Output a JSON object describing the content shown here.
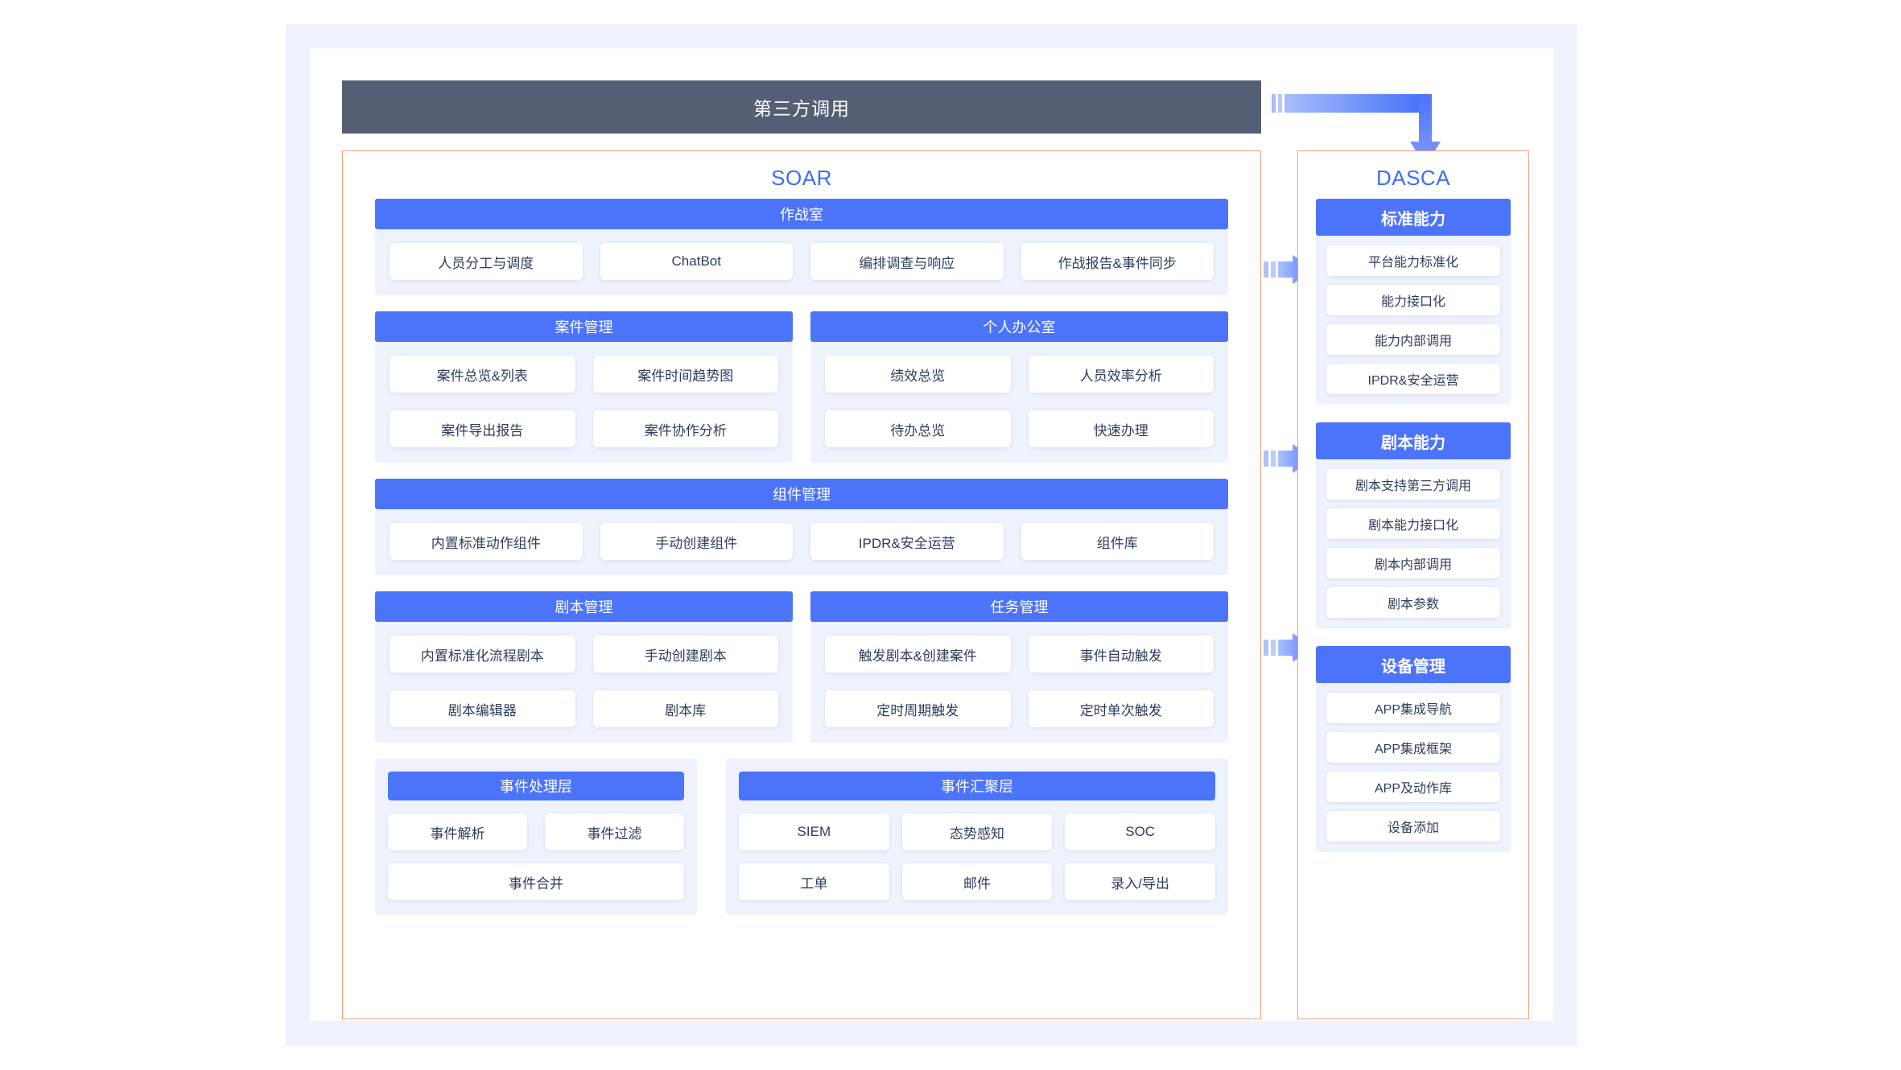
{
  "header": {
    "third_party_label": "第三方调用",
    "bar_color": "#545f75"
  },
  "colors": {
    "accent_blue": "#4c74fb",
    "panel_border_orange": "#f4a07a",
    "tile_panel_bg": "#eef2fc",
    "page_frame_bg": "#eff3fd",
    "title_blue": "#3d6ef5",
    "tile_text": "#2c3e5d"
  },
  "soar": {
    "title": "SOAR",
    "war_room": {
      "header": "作战室",
      "items": [
        "人员分工与调度",
        "ChatBot",
        "编排调查与响应",
        "作战报告&事件同步"
      ]
    },
    "case_management": {
      "header": "案件管理",
      "items": [
        "案件总览&列表",
        "案件时间趋势图",
        "案件导出报告",
        "案件协作分析"
      ]
    },
    "personal_office": {
      "header": "个人办公室",
      "items": [
        "绩效总览",
        "人员效率分析",
        "待办总览",
        "快速办理"
      ]
    },
    "component_management": {
      "header": "组件管理",
      "items": [
        "内置标准动作组件",
        "手动创建组件",
        "IPDR&安全运营",
        "组件库"
      ]
    },
    "playbook_management": {
      "header": "剧本管理",
      "items": [
        "内置标准化流程剧本",
        "手动创建剧本",
        "剧本编辑器",
        "剧本库"
      ]
    },
    "task_management": {
      "header": "任务管理",
      "items": [
        "触发剧本&创建案件",
        "事件自动触发",
        "定时周期触发",
        "定时单次触发"
      ]
    },
    "event_processing_layer": {
      "header": "事件处理层",
      "row1": [
        "事件解析",
        "事件过滤"
      ],
      "row2": [
        "事件合并"
      ]
    },
    "event_aggregation_layer": {
      "header": "事件汇聚层",
      "row1": [
        "SIEM",
        "态势感知",
        "SOC"
      ],
      "row2": [
        "工单",
        "邮件",
        "录入/导出"
      ]
    }
  },
  "dasca": {
    "title": "DASCA",
    "groups": [
      {
        "header": "标准能力",
        "items": [
          "平台能力标准化",
          "能力接口化",
          "能力内部调用",
          "IPDR&安全运营"
        ]
      },
      {
        "header": "剧本能力",
        "items": [
          "剧本支持第三方调用",
          "剧本能力接口化",
          "剧本内部调用",
          "剧本参数"
        ]
      },
      {
        "header": "设备管理",
        "items": [
          "APP集成导航",
          "APP集成框架",
          "APP及动作库",
          "设备添加"
        ]
      }
    ]
  }
}
